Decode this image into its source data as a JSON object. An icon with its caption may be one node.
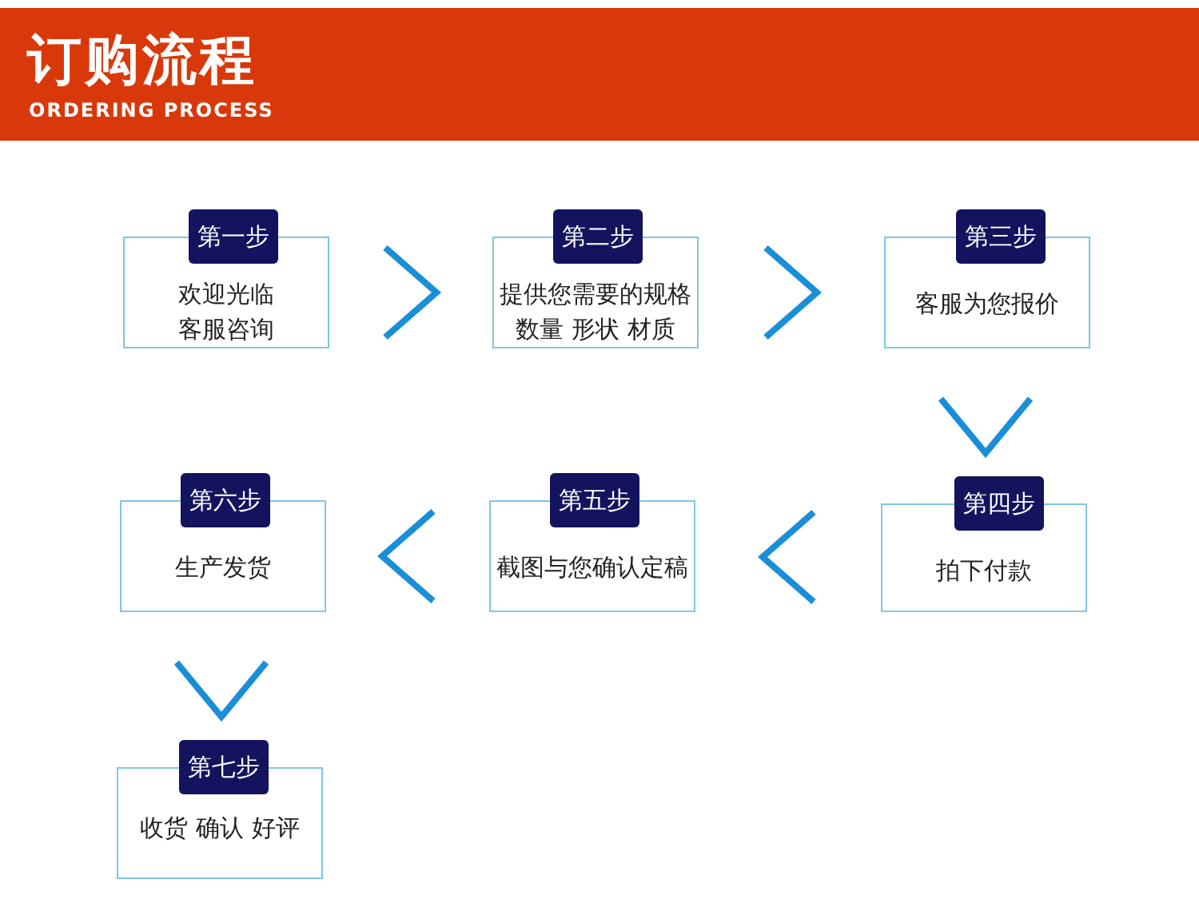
{
  "diagram": {
    "title": "订购流程",
    "nodes": [
      {
        "text": [
          "第一步",
          "欢迎光临客服咨询"
        ]
      },
      {
        "text": [
          "第二步",
          "提供您需要的规格数量 形状 材质"
        ]
      },
      {
        "text": [
          "第三步",
          "客服为您报价"
        ]
      },
      {
        "text": [
          "第四步",
          "拍下付款"
        ]
      },
      {
        "text": [
          "第五步",
          "截图与您确认定稿"
        ]
      },
      {
        "text": [
          "第六步",
          "生产发货"
        ]
      },
      {
        "text": [
          "第七步",
          "收货 确认 好评"
        ]
      }
    ],
    "edges": [
      {
        "from": 0,
        "to": 1,
        "arrow": "to"
      },
      {
        "from": 1,
        "to": 2,
        "arrow": "to"
      },
      {
        "from": 2,
        "to": 3,
        "arrow": "to"
      },
      {
        "from": 3,
        "to": 4,
        "arrow": "to"
      },
      {
        "from": 4,
        "to": 5,
        "arrow": "to"
      },
      {
        "from": 5,
        "to": 6,
        "arrow": "to"
      }
    ],
    "labels": [
      "ORDERING PROCESS"
    ]
  }
}
